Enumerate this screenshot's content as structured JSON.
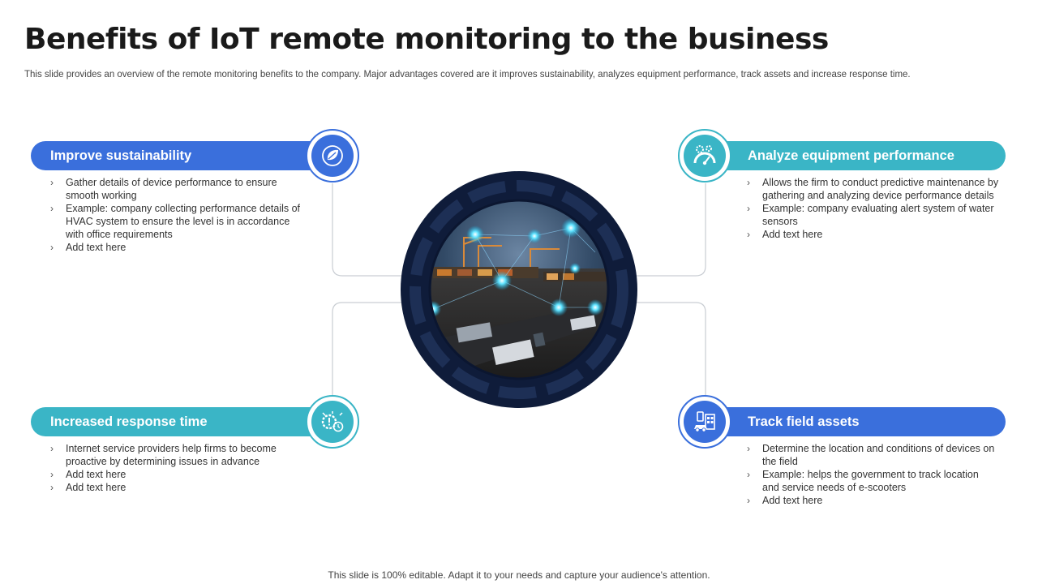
{
  "title": "Benefits of IoT remote monitoring to the business",
  "subtitle": "This slide provides an overview of the remote monitoring benefits to the company. Major advantages covered are it improves sustainability, analyzes equipment performance, track assets and increase response time.",
  "footer": "This slide is 100% editable. Adapt it to your needs and capture your audience's attention.",
  "colors": {
    "blue": "#3a6fdc",
    "teal": "#3ab5c6",
    "hub_ring": "#0f1c3a"
  },
  "cards": {
    "improve": {
      "heading": "Improve sustainability",
      "icon": "leaf-globe-icon",
      "bullets": [
        "Gather details of device performance to ensure smooth working",
        "Example: company collecting performance details of HVAC system to ensure the level is in accordance with office requirements",
        "Add text here"
      ]
    },
    "analyze": {
      "heading": "Analyze equipment performance",
      "icon": "gauge-gears-icon",
      "bullets": [
        "Allows the firm to conduct predictive maintenance by gathering and analyzing device performance details",
        "Example: company evaluating alert system of water sensors",
        "Add text here"
      ]
    },
    "response": {
      "heading": "Increased response time",
      "icon": "alert-gear-timer-icon",
      "bullets": [
        "Internet service providers help firms to become proactive by determining issues in advance",
        "Add text here",
        "Add text here"
      ]
    },
    "track": {
      "heading": "Track field assets",
      "icon": "vehicle-building-icon",
      "bullets": [
        "Determine the location and conditions of devices on the field",
        "Example: helps the government to track location and service needs of e-scooters",
        "Add text here"
      ]
    }
  }
}
